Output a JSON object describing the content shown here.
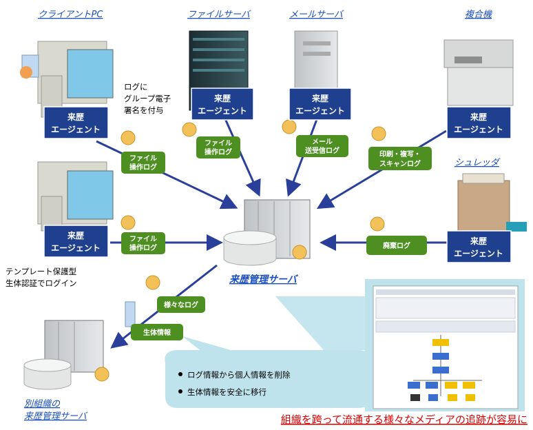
{
  "titles": {
    "client_pc": "クライアントPC",
    "file_server": "ファイルサーバ",
    "mail_server": "メールサーバ",
    "mfp": "複合機",
    "shredder": "シュレッダ",
    "center": "来歴管理サーバ",
    "other_org_line1": "別組織の",
    "other_org_line2": "来歴管理サーバ"
  },
  "agent": {
    "line1": "来歴",
    "line2": "エージェント"
  },
  "logs": {
    "file_op_1": [
      "ファイル",
      "操作ログ"
    ],
    "file_op_2": [
      "ファイル",
      "操作ログ"
    ],
    "file_op_3": [
      "ファイル",
      "操作ログ"
    ],
    "mail": [
      "メール",
      "送受信ログ"
    ],
    "print": [
      "印刷・複写・",
      "スキャンログ"
    ],
    "disposal": [
      "廃棄ログ"
    ],
    "various": [
      "様々なログ"
    ],
    "bio": [
      "生体情報"
    ]
  },
  "notes": {
    "signature": [
      "ログに",
      "グループ電子",
      "署名を付与"
    ],
    "template": [
      "テンプレート保護型",
      "生体認証でログイン"
    ]
  },
  "bullets": [
    "ログ情報から個人情報を削除",
    "生体情報を安全に移行"
  ],
  "footer": "組織を跨って流通する様々なメディアの追跡が容易に",
  "colors": {
    "agent_box": "#1f3f8f",
    "log_box": "#4e8f22",
    "arrow": "#2a3f9a",
    "callout": "#bfe3ec",
    "title": "#1a4fbf",
    "footer": "#e00000"
  }
}
